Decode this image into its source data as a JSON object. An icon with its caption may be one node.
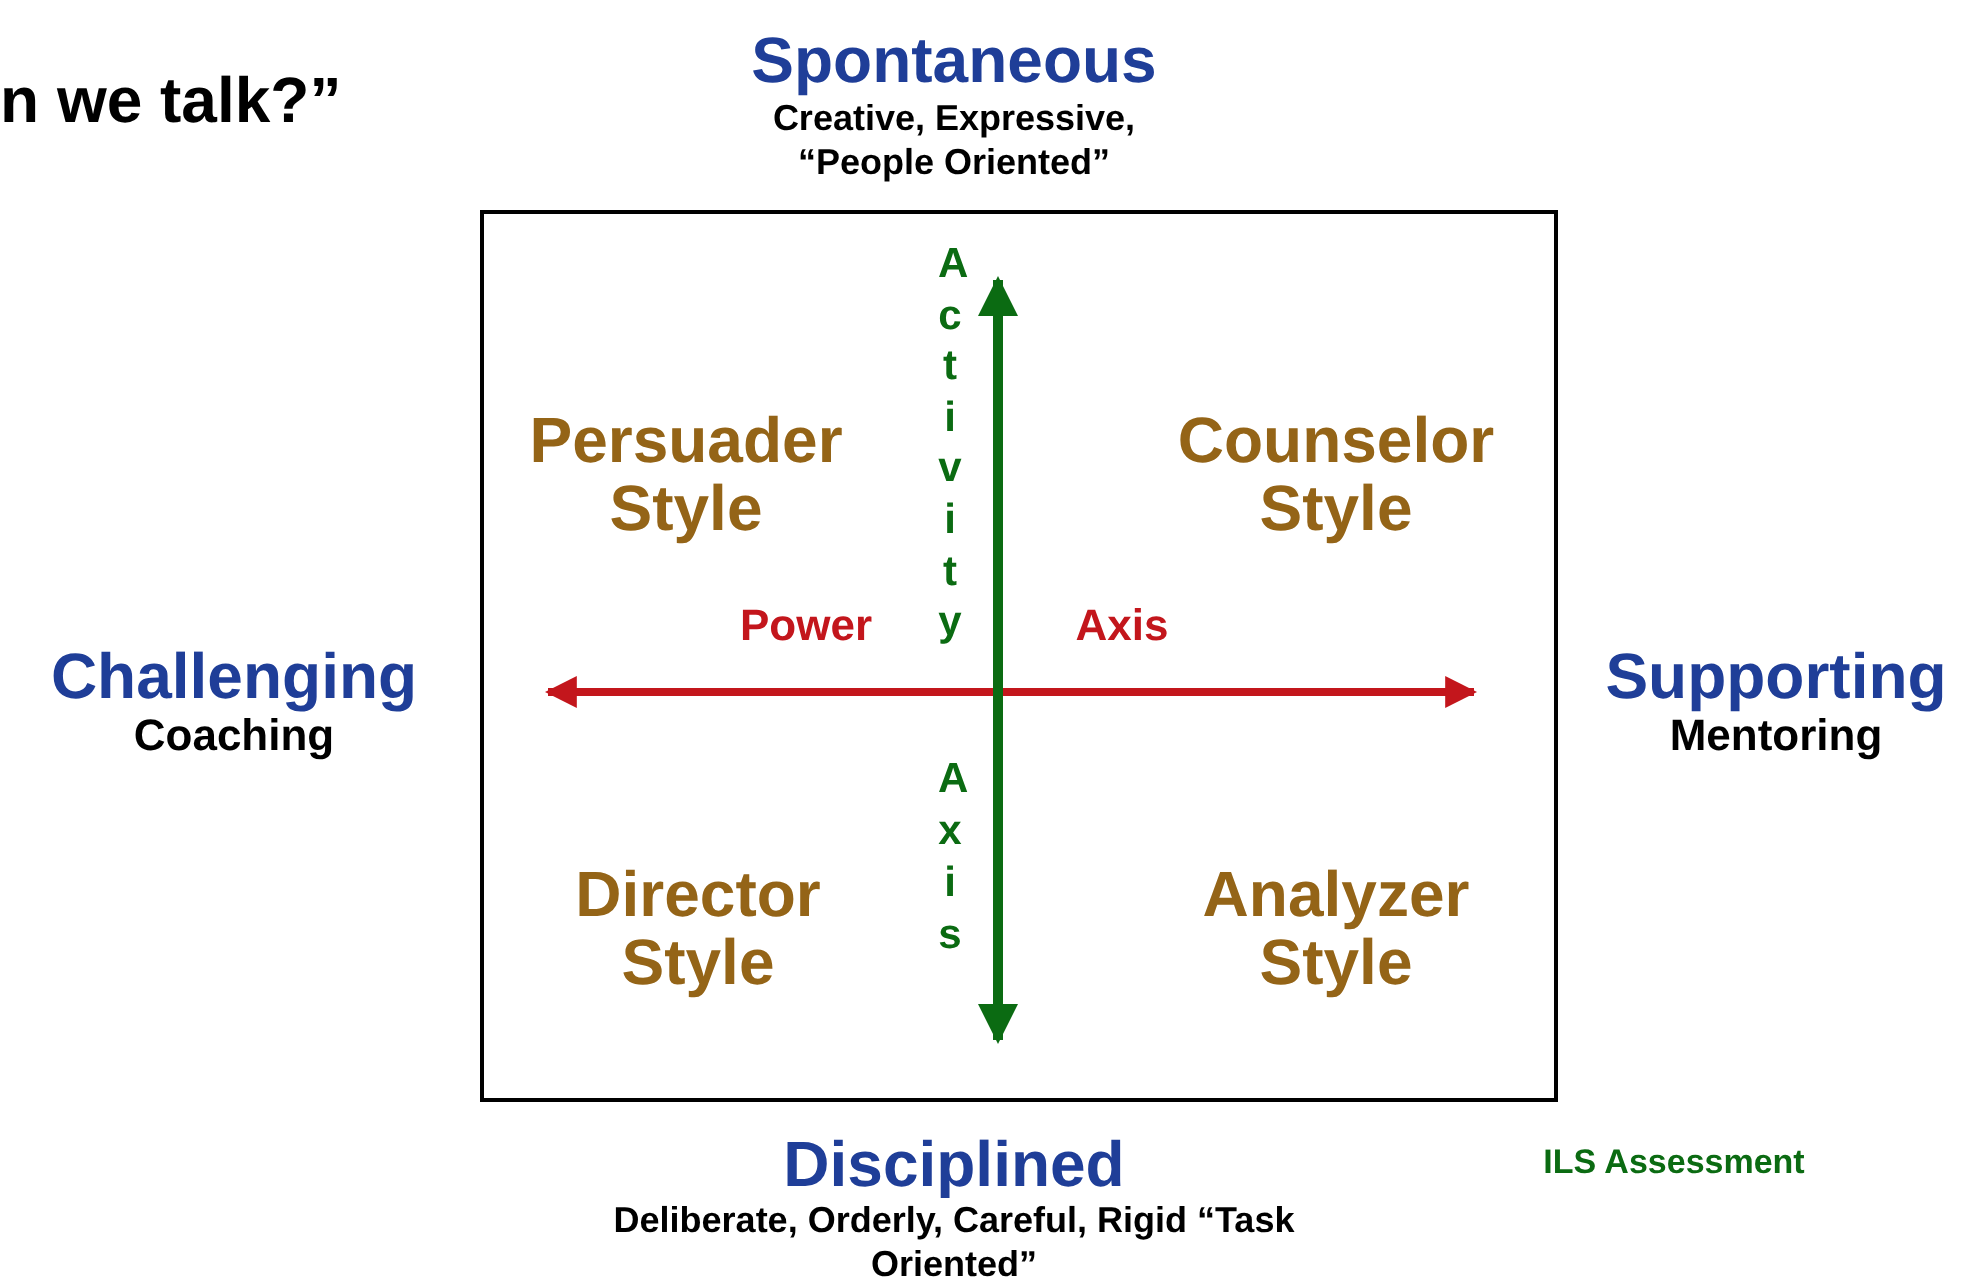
{
  "diagram": {
    "title": "n we talk?”",
    "nodes": [
      {
        "text": [
          "Persuader Style",
          "Counselor Style",
          "Director Style",
          "Analyzer Style"
        ]
      }
    ],
    "edges": [],
    "labels": [
      "Spontaneous",
      "Creative, Expressive, “People Oriented”",
      "Activity",
      "Power",
      "Axis",
      "Challenging",
      "Coaching",
      "Supporting",
      "Mentoring",
      "Axis",
      "Disciplined",
      "Deliberate, Orderly, Careful, Rigid “Task Oriented”",
      "ILS Assessment"
    ]
  }
}
